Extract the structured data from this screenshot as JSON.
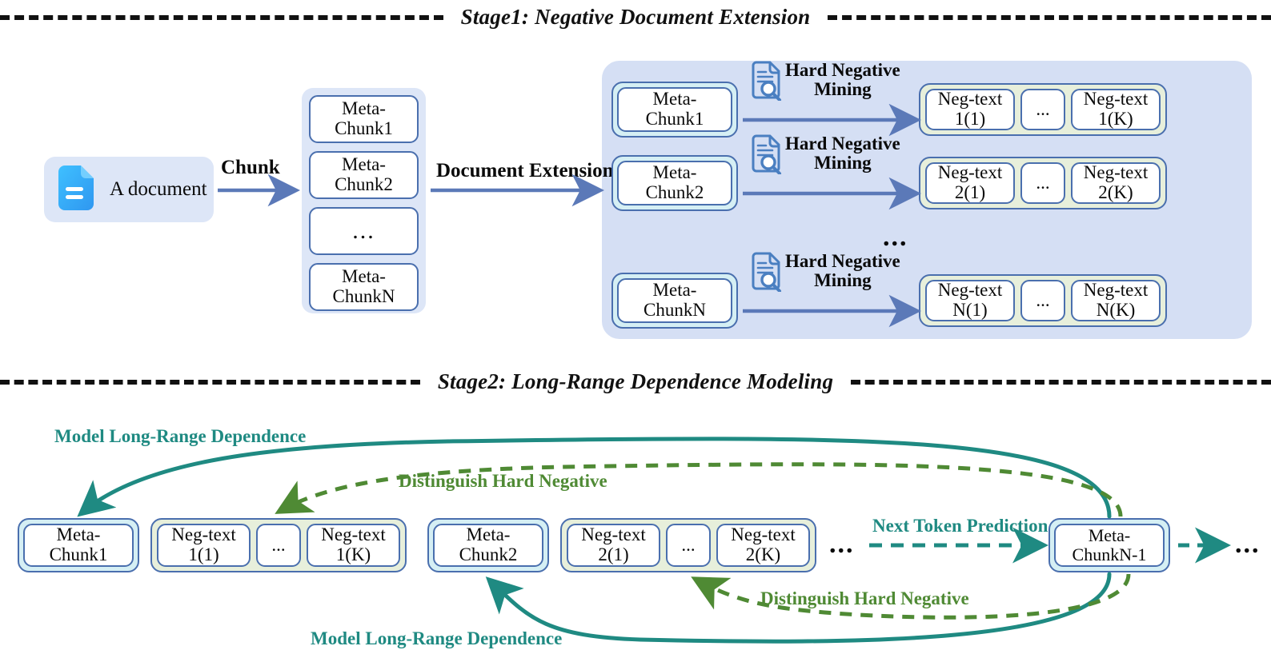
{
  "stages": [
    {
      "title": "Stage1: Negative Document Extension"
    },
    {
      "title": "Stage2: Long-Range Dependence Modeling"
    }
  ],
  "stage1": {
    "source": {
      "label": "A document",
      "icon": "document-icon"
    },
    "chunk_arrow_label": "Chunk",
    "extension_arrow_label": "Document Extension",
    "chunks": [
      {
        "line1": "Meta-",
        "line2": "Chunk1"
      },
      {
        "line1": "Meta-",
        "line2": "Chunk2"
      },
      {
        "line1": "...",
        "line2": ""
      },
      {
        "line1": "Meta-",
        "line2": "ChunkN"
      }
    ],
    "panel_ellipsis": "...",
    "rows": [
      {
        "chunk": {
          "line1": "Meta-",
          "line2": "Chunk1"
        },
        "mining": {
          "line1": "Hard Negative",
          "line2": "Mining",
          "icon": "document-search-icon"
        },
        "negatives": [
          {
            "line1": "Neg-text",
            "line2": "1(1)"
          },
          {
            "line1": "...",
            "line2": ""
          },
          {
            "line1": "Neg-text",
            "line2": "1(K)"
          }
        ]
      },
      {
        "chunk": {
          "line1": "Meta-",
          "line2": "Chunk2"
        },
        "mining": {
          "line1": "Hard Negative",
          "line2": "Mining",
          "icon": "document-search-icon"
        },
        "negatives": [
          {
            "line1": "Neg-text",
            "line2": "2(1)"
          },
          {
            "line1": "...",
            "line2": ""
          },
          {
            "line1": "Neg-text",
            "line2": "2(K)"
          }
        ]
      },
      {
        "chunk": {
          "line1": "Meta-",
          "line2": "ChunkN"
        },
        "mining": {
          "line1": "Hard Negative",
          "line2": "Mining",
          "icon": "document-search-icon"
        },
        "negatives": [
          {
            "line1": "Neg-text",
            "line2": "N(1)"
          },
          {
            "line1": "...",
            "line2": ""
          },
          {
            "line1": "Neg-text",
            "line2": "N(K)"
          }
        ]
      }
    ]
  },
  "stage2": {
    "labels": {
      "model_long_range_top": "Model Long-Range Dependence",
      "distinguish_top": "Distinguish Hard Negative",
      "next_token_prediction": "Next Token Prediction",
      "distinguish_bottom": "Distinguish Hard Negative",
      "model_long_range_bottom": "Model Long-Range Dependence"
    },
    "sequence": {
      "chunk1": {
        "line1": "Meta-",
        "line2": "Chunk1"
      },
      "neg1": [
        {
          "line1": "Neg-text",
          "line2": "1(1)"
        },
        {
          "line1": "...",
          "line2": ""
        },
        {
          "line1": "Neg-text",
          "line2": "1(K)"
        }
      ],
      "chunk2": {
        "line1": "Meta-",
        "line2": "Chunk2"
      },
      "neg2": [
        {
          "line1": "Neg-text",
          "line2": "2(1)"
        },
        {
          "line1": "...",
          "line2": ""
        },
        {
          "line1": "Neg-text",
          "line2": "2(K)"
        }
      ],
      "mid_ellipsis": "...",
      "chunk_last": {
        "line1": "Meta-",
        "line2": "ChunkN-1"
      },
      "tail_ellipsis": "..."
    }
  },
  "colors": {
    "panel_blue": "#d5dff4",
    "pill_blue": "#dde6f7",
    "box_border": "#4a6fae",
    "chunk_tint": "#d5eff4",
    "neg_tint": "#e7efdb",
    "arrow_blue": "#5b79b8",
    "teal": "#1f8a82",
    "green": "#4f8a34",
    "doc_icon_blue": "#36a9f5",
    "mining_icon_blue": "#4a7fc1"
  }
}
